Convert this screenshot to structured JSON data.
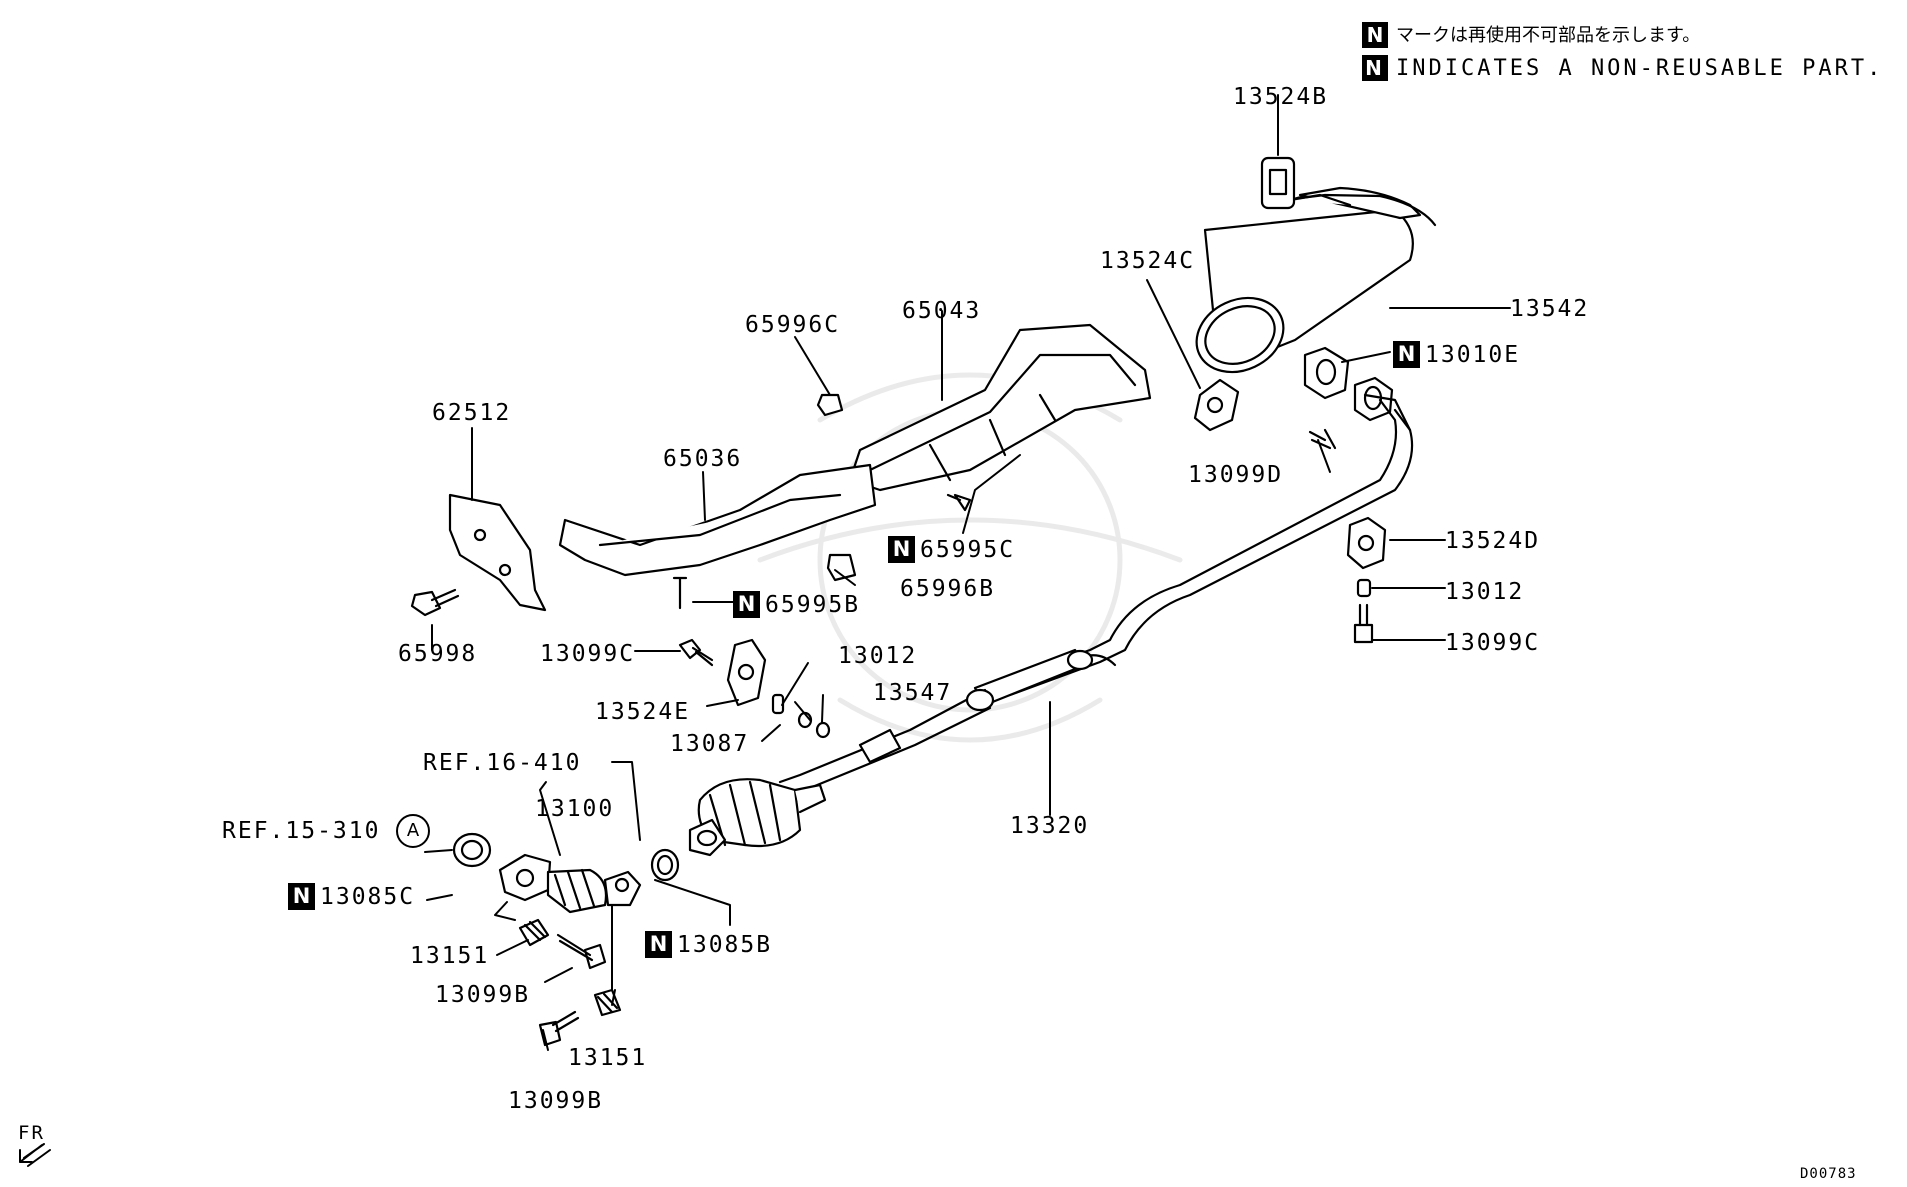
{
  "legend": {
    "jp": "マークは再使用不可部品を示します。",
    "en": "INDICATES A NON-REUSABLE PART.",
    "badge": "N"
  },
  "labels": {
    "p13524B_top": "13524B",
    "p13524C": "13524C",
    "p13542": "13542",
    "p13010E": "13010E",
    "p13099D": "13099D",
    "p13524D": "13524D",
    "p13012_right": "13012",
    "p13099C_right": "13099C",
    "p65996C": "65996C",
    "p65043": "65043",
    "p62512": "62512",
    "p65036": "65036",
    "p65995C": "65995C",
    "p65996B": "65996B",
    "p65995B": "65995B",
    "p65998": "65998",
    "p13099C_left": "13099C",
    "p13012_left": "13012",
    "p13524E": "13524E",
    "p13547": "13547",
    "p13087": "13087",
    "ref16": "REF.16-410",
    "p13100": "13100",
    "ref15": "REF.15-310",
    "p13085C": "13085C",
    "p13320": "13320",
    "p13085B": "13085B",
    "p13151_a": "13151",
    "p13099B_a": "13099B",
    "p13151_b": "13151",
    "p13099B_b": "13099B"
  },
  "ref_marker": "A",
  "direction": "FR",
  "diagram_code": "D00783"
}
